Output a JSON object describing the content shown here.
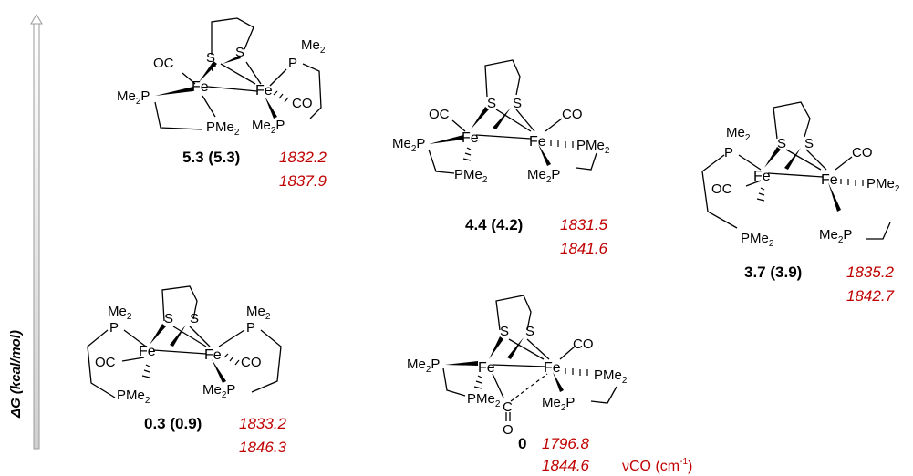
{
  "axis": {
    "label": "ΔG (kcal/mol)"
  },
  "isomers": [
    {
      "energy": "5.3 (5.3)",
      "freq1": "1832.2",
      "freq2": "1837.9"
    },
    {
      "energy": "4.4 (4.2)",
      "freq1": "1831.5",
      "freq2": "1841.6"
    },
    {
      "energy": "3.7 (3.9)",
      "freq1": "1835.2",
      "freq2": "1842.7"
    },
    {
      "energy": "0.3 (0.9)",
      "freq1": "1833.2",
      "freq2": "1846.3"
    },
    {
      "energy": "0",
      "freq1": "1796.8",
      "freq2": "1844.6"
    }
  ],
  "legend": {
    "vco": "νCO (cm",
    "vco_sup": "-1",
    "vco_close": ")"
  },
  "atoms": {
    "fe": "Fe",
    "s": "S",
    "co": "CO",
    "oc": "OC",
    "p": "P",
    "me2": "Me",
    "sub2": "2",
    "pme2": "PMe",
    "me2p": "Me",
    "c": "C",
    "o": "O"
  }
}
